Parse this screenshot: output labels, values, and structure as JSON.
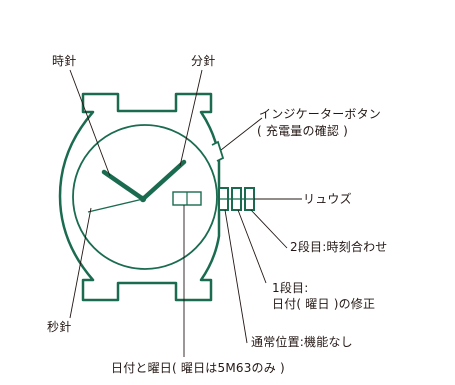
{
  "labels": {
    "hour_hand": "時針",
    "minute_hand": "分針",
    "indicator_button": "インジケーターボタン",
    "indicator_note": "( 充電量の確認 )",
    "crown": "リュウズ",
    "position2": "2段目:時刻合わせ",
    "position1_line1": "1段目:",
    "position1_line2": "日付( 曜日 )の修正",
    "normal_position": "通常位置:機能なし",
    "second_hand": "秒針",
    "date_day": "日付と曜日( 曜日は5M63のみ )"
  },
  "colors": {
    "watch": "#1a6b4f",
    "leader": "#231815",
    "text": "#231815"
  }
}
